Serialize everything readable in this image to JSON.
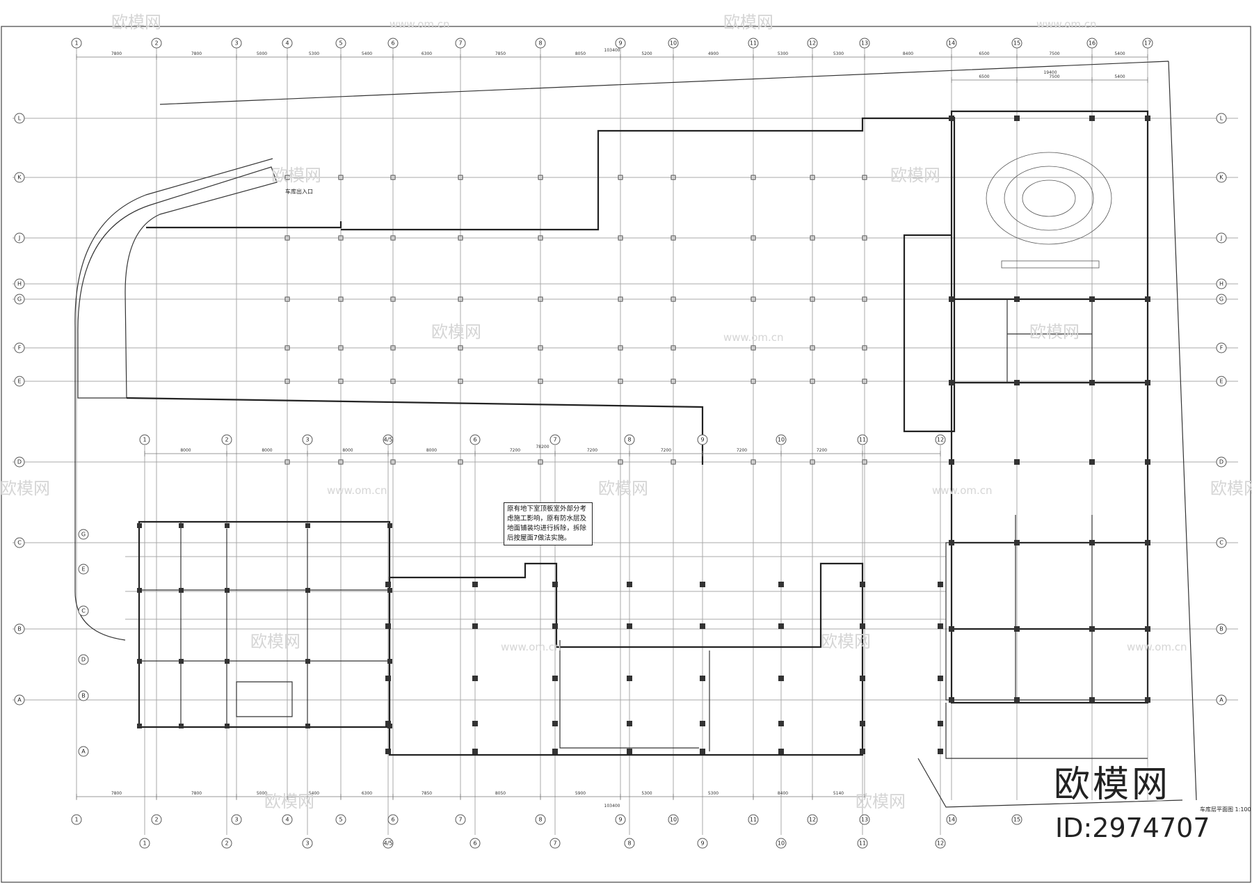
{
  "top_axes": [
    "1",
    "2",
    "3",
    "4",
    "5",
    "6",
    "7",
    "8",
    "9",
    "10",
    "11",
    "12",
    "13",
    "14",
    "15",
    "16",
    "17"
  ],
  "top_dims": [
    "7800",
    "7800",
    "5000",
    "5300",
    "5400",
    "6300",
    "7850",
    "8050",
    "5200",
    "4900",
    "5300",
    "5300",
    "8400",
    "6500",
    "7500",
    "5400"
  ],
  "top_total": "103400",
  "right_dims": [
    "6500",
    "7500",
    "5400"
  ],
  "right_total": "19400",
  "left_axes_upper": [
    "L",
    "K",
    "J",
    "H",
    "G",
    "F",
    "E"
  ],
  "left_axes_lower": [
    "D",
    "C",
    "B",
    "A"
  ],
  "inner_axes": [
    "1",
    "2",
    "3",
    "4/5",
    "6",
    "7",
    "8",
    "9",
    "10",
    "11",
    "12"
  ],
  "inner_dims": [
    "8000",
    "8000",
    "8000",
    "8000",
    "7200",
    "7200",
    "7200",
    "7200",
    "7200"
  ],
  "inner_total": "78200",
  "inner_row_axes": [
    "G",
    "E",
    "C",
    "D",
    "B",
    "A"
  ],
  "bottom_axes": [
    "1",
    "2",
    "3",
    "4",
    "5",
    "6",
    "7",
    "8",
    "9",
    "10",
    "11",
    "12",
    "13",
    "14",
    "15"
  ],
  "bottom_dims": [
    "7800",
    "7800",
    "5000",
    "5400",
    "6300",
    "7850",
    "8050",
    "5900",
    "5300",
    "5300",
    "8400",
    "5140"
  ],
  "bottom_total": "103400",
  "note_text": "原有地下室顶板室外部分考虑施工影响，原有防水层及地面铺装均进行拆除，拆除后按屋面7做法实施。",
  "entrance_label": "车库出入口",
  "drawing_title": "车库层平面图 1:100",
  "brand": "欧模网",
  "brand_id": "ID:2974707",
  "watermark_text": "欧模网",
  "watermark_url": "www.om.cn"
}
